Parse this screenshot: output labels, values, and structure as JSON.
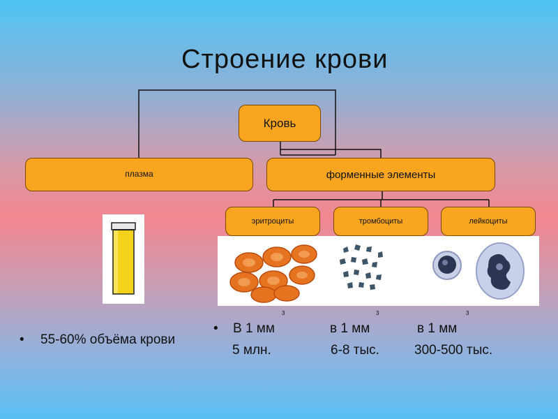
{
  "title": "Строение крови",
  "tree": {
    "root": "Кровь",
    "plasma": "плазма",
    "formed_elements": "форменные элементы",
    "erythrocytes": "эритроциты",
    "thrombocytes": "тромбоциты",
    "leukocytes": "лейкоциты"
  },
  "plasma_note": "55-60% объёма крови",
  "counts": {
    "superscript": "3",
    "erythrocytes": {
      "unit": "В 1 мм",
      "value": "5 млн."
    },
    "thrombocytes": {
      "unit": "в 1 мм",
      "value": "6-8 тыс."
    },
    "leukocytes": {
      "unit": "в 1 мм",
      "value": "300-500 тыс."
    }
  },
  "colors": {
    "box_fill": "#f9a51f",
    "plasma_yellow": "#f2d21b",
    "erythrocyte": "#e67320",
    "platelet": "#3d5568",
    "leukocyte": "#5a6c9a"
  }
}
